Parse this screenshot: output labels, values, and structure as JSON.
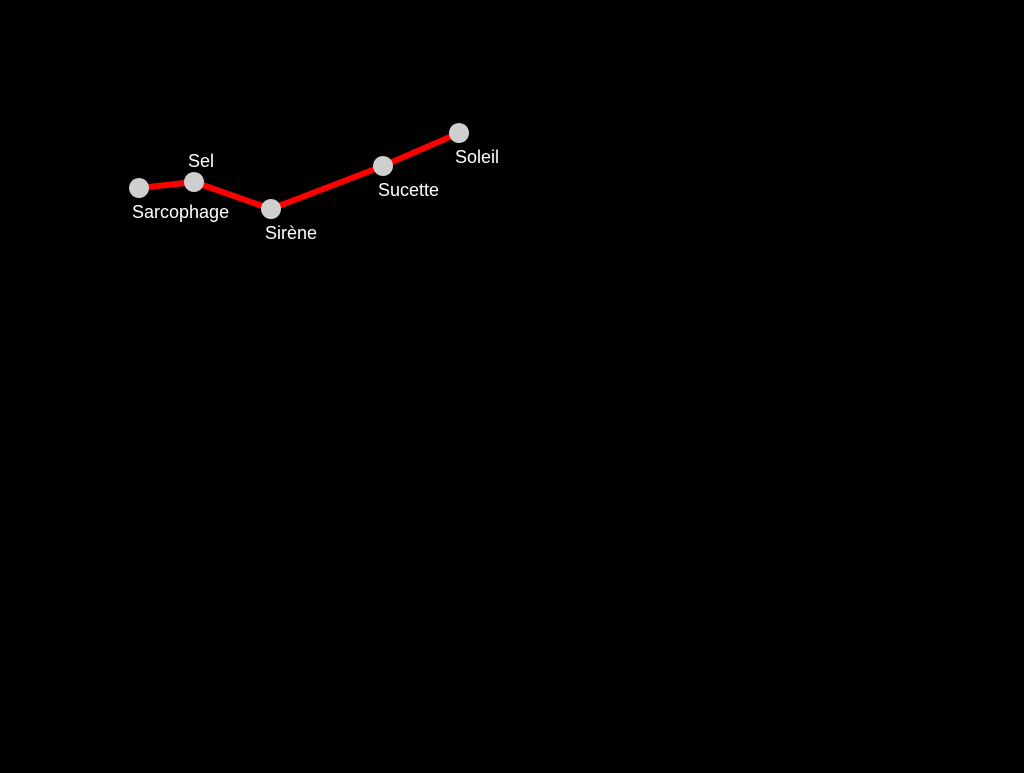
{
  "diagram": {
    "background_color": "#000000",
    "line_color": "#ff0000",
    "node_color": "#cfcfcf",
    "label_color": "#ffffff",
    "nodes": [
      {
        "id": "sarcophage",
        "label": "Sarcophage"
      },
      {
        "id": "sel",
        "label": "Sel"
      },
      {
        "id": "sirene",
        "label": "Sirène"
      },
      {
        "id": "sucette",
        "label": "Sucette"
      },
      {
        "id": "soleil",
        "label": "Soleil"
      }
    ],
    "path_order": [
      "sarcophage",
      "sel",
      "sirene",
      "sucette",
      "soleil"
    ]
  }
}
